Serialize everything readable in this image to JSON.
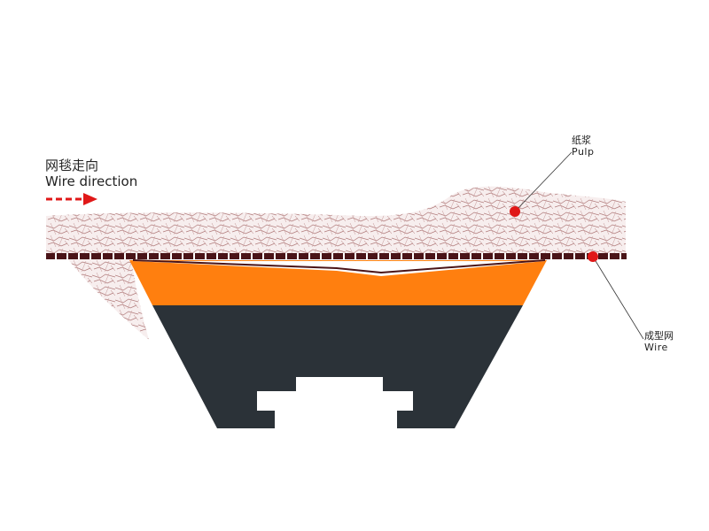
{
  "wire_direction": {
    "label_zh": "网毯走向",
    "label_en": "Wire direction"
  },
  "pulp": {
    "label_zh": "纸浆",
    "label_en": "Pulp"
  },
  "wire": {
    "label_zh": "成型网",
    "label_en": "Wire"
  },
  "colors": {
    "pulp_fiber": "#b07a7a",
    "wire": "#4a1418",
    "orange_layer": "#ff7f0f",
    "base": "#2b3238",
    "marker": "#e01818"
  }
}
